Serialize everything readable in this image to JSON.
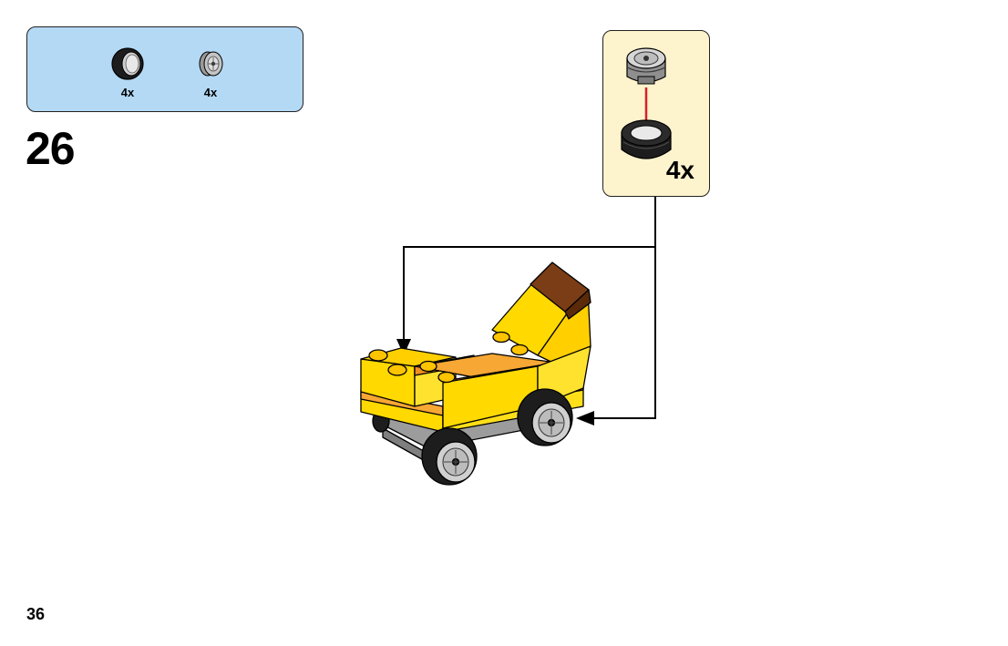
{
  "parts_panel": {
    "items": [
      {
        "icon": "tire-icon",
        "quantity": "4x"
      },
      {
        "icon": "wheel-rim-icon",
        "quantity": "4x"
      }
    ]
  },
  "step": {
    "number": "26"
  },
  "callout": {
    "quantity": "4x"
  },
  "page": {
    "number": "36"
  },
  "colors": {
    "parts_panel_bg": "#b4d9f5",
    "callout_bg": "#fdf3cd",
    "brick_yellow": "#ffd900",
    "brick_orange": "#f7a734",
    "brick_brown": "#6b3413",
    "tire": "#222222",
    "rim": "#b8b8b8",
    "insert_arrow": "#d8202a"
  }
}
